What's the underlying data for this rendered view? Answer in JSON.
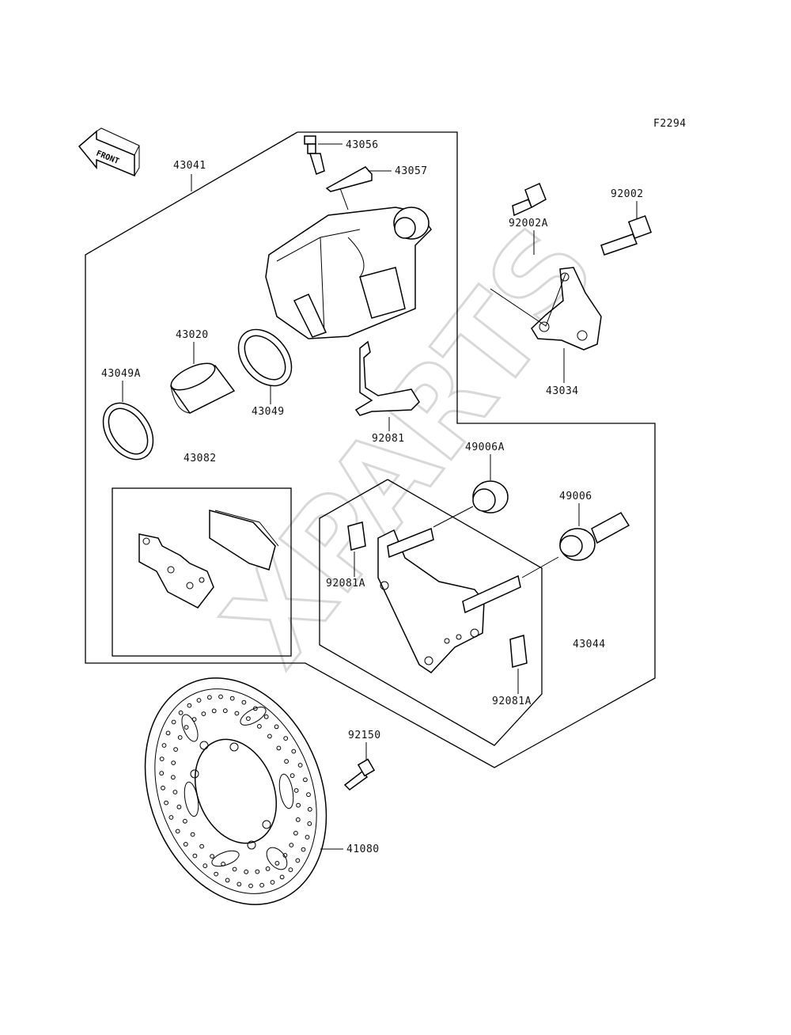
{
  "figure_code": "F2294",
  "front_label": "FRONT",
  "watermark": "XPARTS",
  "parts": {
    "p43056": "43056",
    "p43057": "43057",
    "p43041": "43041",
    "p43020": "43020",
    "p43049A": "43049A",
    "p43049": "43049",
    "p92081": "92081",
    "p43082": "43082",
    "p92002A": "92002A",
    "p92002": "92002",
    "p43034": "43034",
    "p49006A": "49006A",
    "p49006": "49006",
    "p92081A_top": "92081A",
    "p43044": "43044",
    "p92081A_bottom": "92081A",
    "p92150": "92150",
    "p41080": "41080"
  }
}
